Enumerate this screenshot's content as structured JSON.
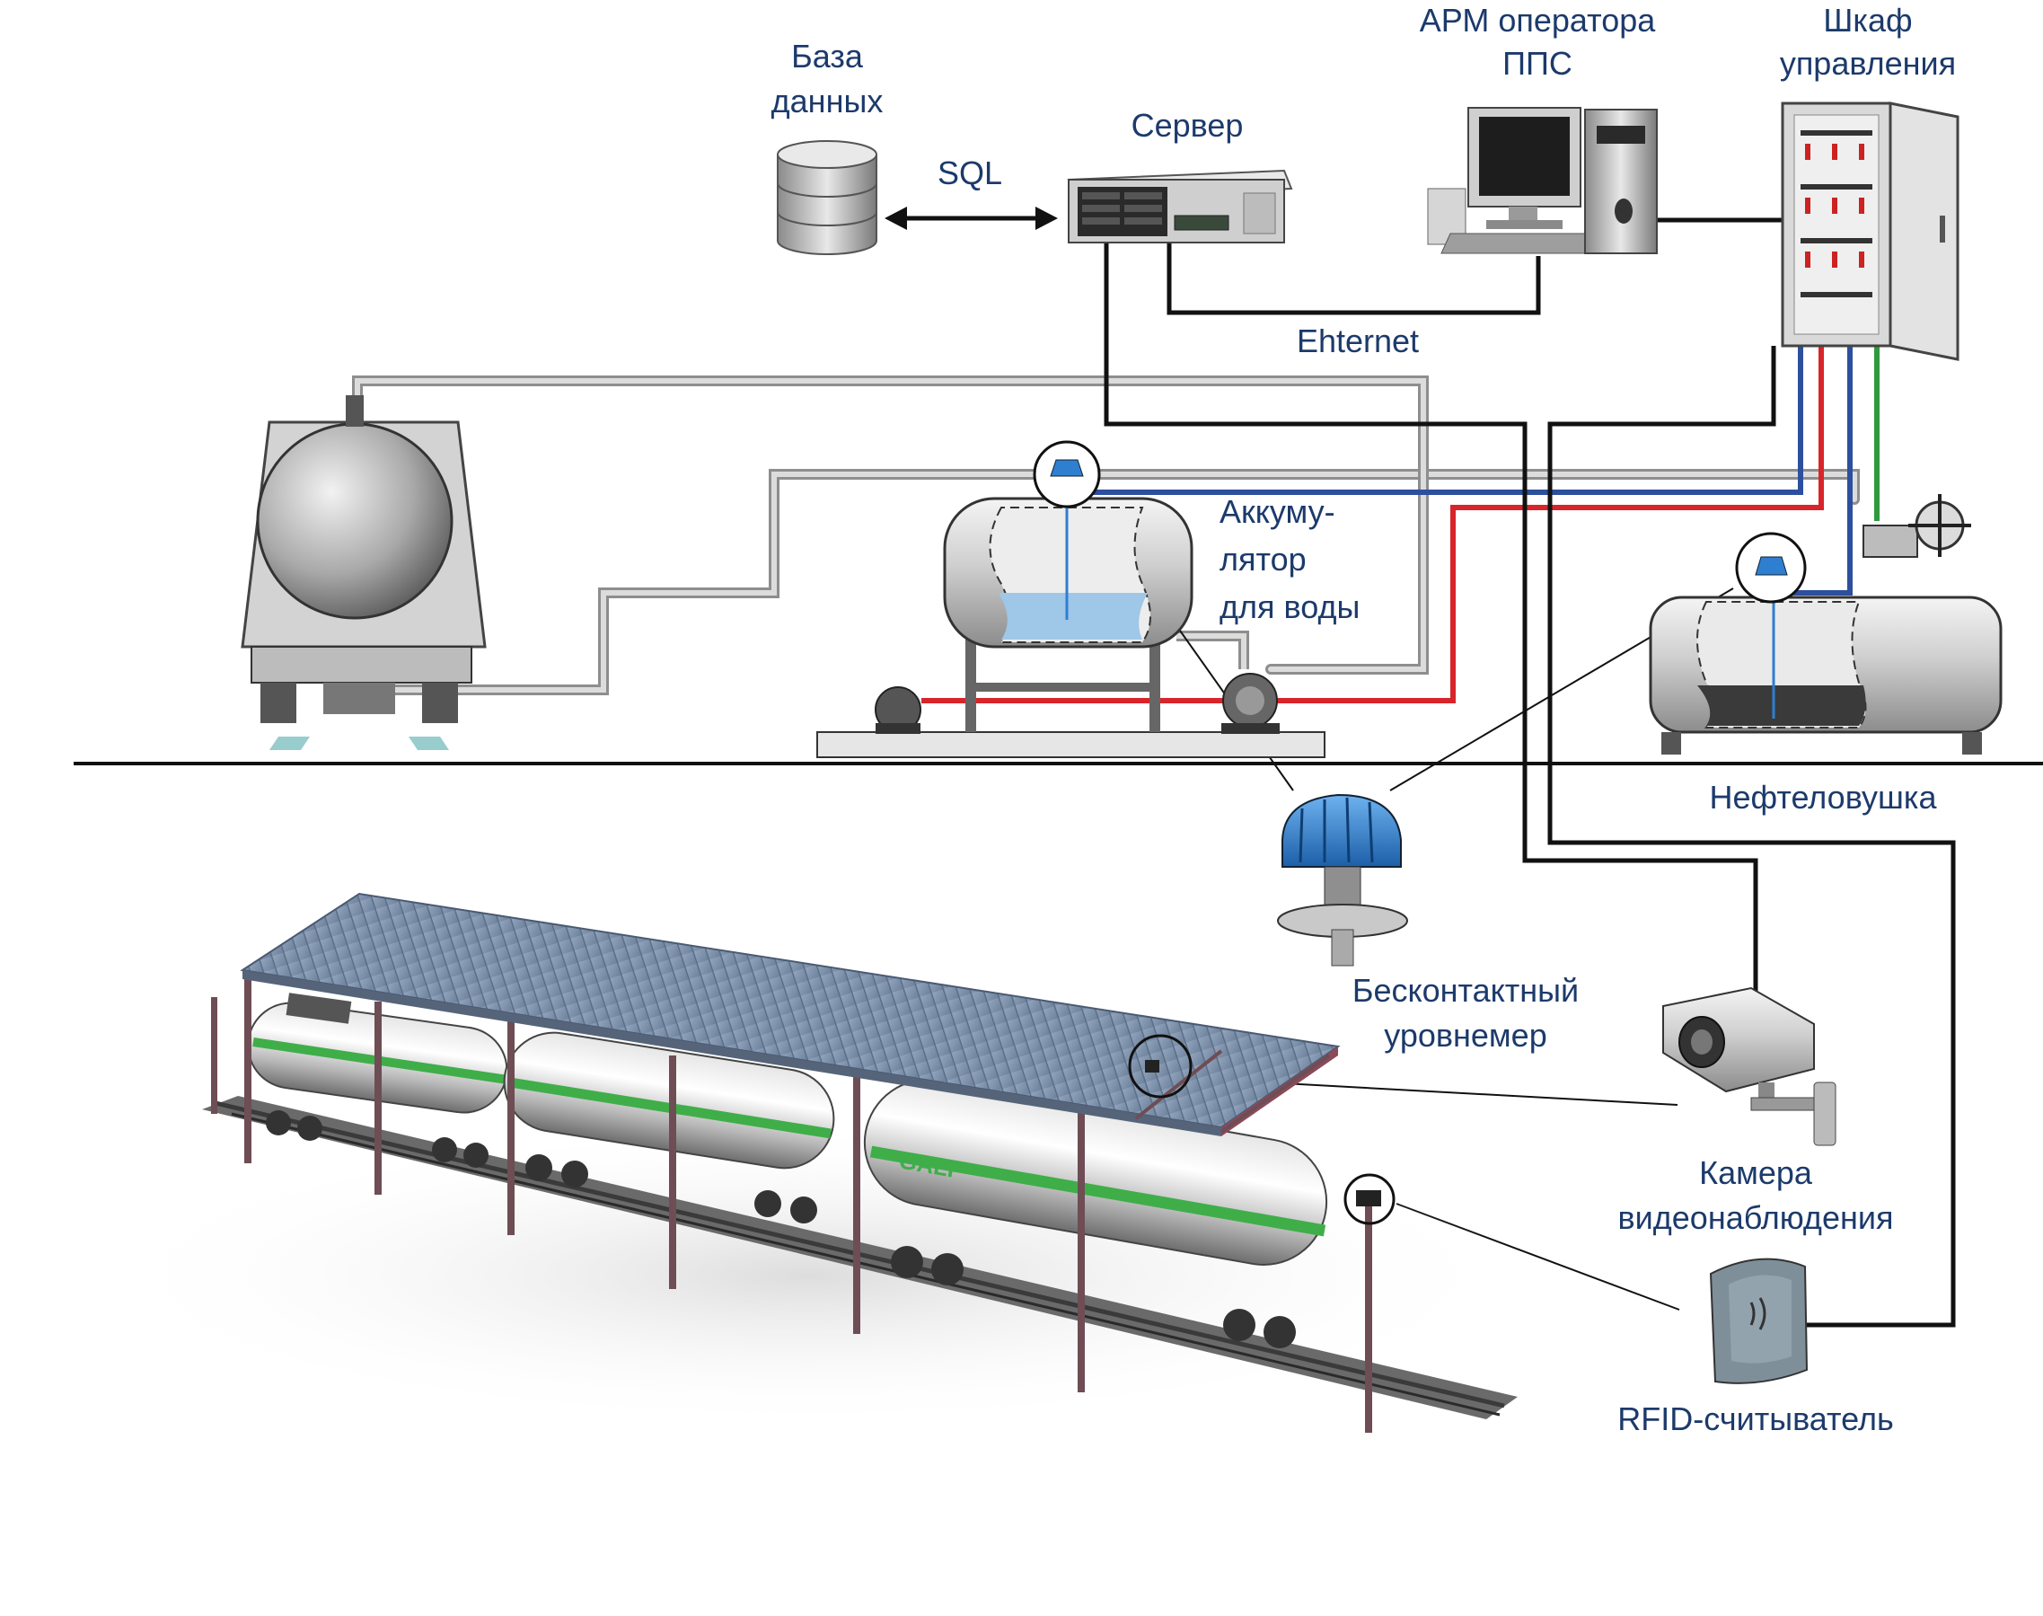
{
  "labels": {
    "database_line1": "База",
    "database_line2": "данных",
    "sql": "SQL",
    "server": "Сервер",
    "operator_line1": "АРМ оператора",
    "operator_line2": "ППС",
    "cabinet_line1": "Шкаф",
    "cabinet_line2": "управления",
    "ethernet": "Ehternet",
    "accumulator_line1": "Аккуму-",
    "accumulator_line2": "лятор",
    "accumulator_line3": "для воды",
    "oil_trap": "Нефтеловушка",
    "level_meter_line1": "Бесконтактный",
    "level_meter_line2": "уровнемер",
    "camera_line1": "Камера",
    "camera_line2": "видеонаблюдения",
    "rfid": "RFID-считыватель",
    "tank_logo": "GALP"
  },
  "colors": {
    "label_text": "#1c3a6b",
    "cable_black": "#111111",
    "cable_blue": "#2c4f9e",
    "cable_red": "#d8252b",
    "cable_green": "#2f9a3e",
    "pipe_grey": "#9a9a9a",
    "sensor_blue": "#2f7fd0",
    "roof_blue": "#7f93ad",
    "water": "#9fc7e8",
    "oil": "#3a3a3a",
    "tank_stripe": "#3fae49"
  }
}
